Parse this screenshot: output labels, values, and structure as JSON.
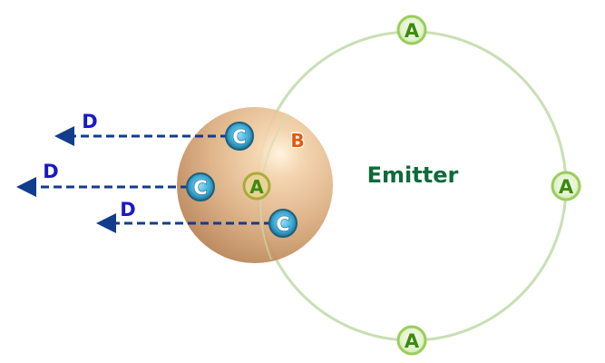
{
  "emitter": {
    "label": "Emitter",
    "ring_color": "#c9dfb3",
    "label_color": "#0f6a3c"
  },
  "ring_markers": {
    "label": "A",
    "fill": "#9acd5a",
    "text_color": "#3c8a12"
  },
  "sphere": {
    "color": "#d9a878",
    "inner_marker_label": "A",
    "highlight_label": "B",
    "highlight_color": "#e35a10"
  },
  "c_markers": {
    "label": "C",
    "fill": "#4bb8e0",
    "text_color": "#ffffff"
  },
  "arrows": {
    "label": "D",
    "color": "#123c8c",
    "label_color": "#1818c8",
    "count": 3
  }
}
